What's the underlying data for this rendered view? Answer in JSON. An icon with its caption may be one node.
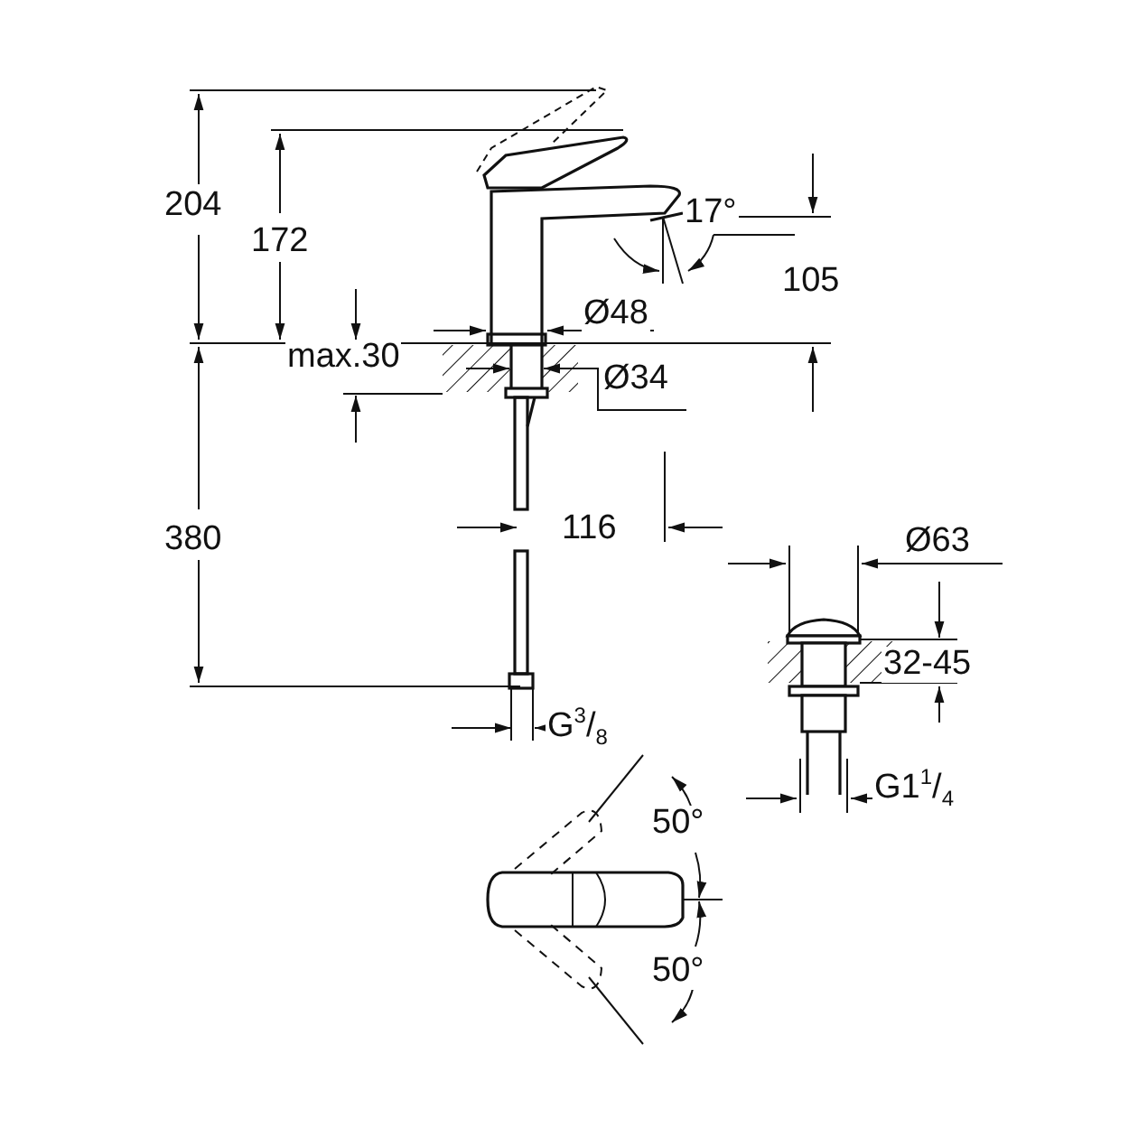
{
  "diagram": {
    "labels": [
      "204",
      "172",
      "17°",
      "105",
      "Ø48",
      "max.30",
      "Ø34",
      "380",
      "116",
      "Ø63",
      "32-45",
      "G$^{3}$/$_{8}$",
      "G1$^{1}$/$_{4}$",
      "50°",
      "50°"
    ]
  }
}
